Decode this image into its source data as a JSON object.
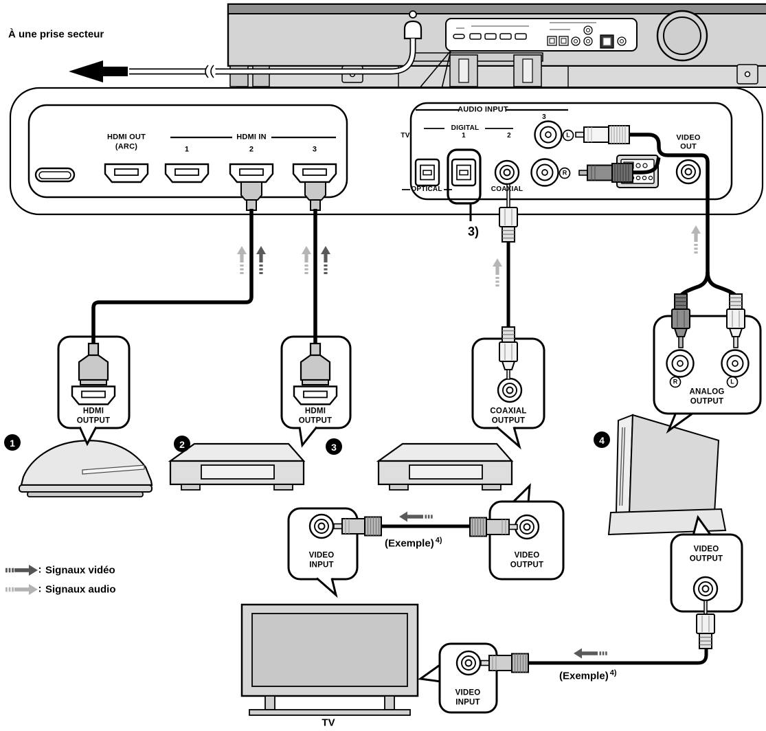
{
  "annotations": {
    "power": "À une prise secteur",
    "note_3": "3)",
    "example_label": "(Exemple)",
    "example_sup": "4)",
    "legend": {
      "video": "Signaux vidéo",
      "audio": "Signaux audio",
      "colon": ":"
    }
  },
  "rear_panel": {
    "hdmi_out": {
      "line1": "HDMI OUT",
      "line2": "(ARC)"
    },
    "hdmi_in": {
      "label": "HDMI IN",
      "ports": [
        "1",
        "2",
        "3"
      ]
    },
    "audio_input": {
      "label": "AUDIO INPUT",
      "digital": {
        "label": "DIGITAL",
        "tv": "TV",
        "opt1": "1",
        "coax2": "2"
      },
      "analog_3": "3",
      "optical": "OPTICAL",
      "coaxial": "COAXIAL",
      "jack_left": "L",
      "jack_right": "R"
    },
    "video_out": {
      "line1": "VIDEO",
      "line2": "OUT"
    }
  },
  "callouts": {
    "hdmi_output_1": {
      "line1": "HDMI",
      "line2": "OUTPUT"
    },
    "hdmi_output_2": {
      "line1": "HDMI",
      "line2": "OUTPUT"
    },
    "coaxial_output": {
      "line1": "COAXIAL",
      "line2": "OUTPUT"
    },
    "analog_output": {
      "line1": "ANALOG",
      "line2": "OUTPUT",
      "jack_right": "R",
      "jack_left": "L"
    },
    "video_input_mid": {
      "line1": "VIDEO",
      "line2": "INPUT"
    },
    "video_output_mid": {
      "line1": "VIDEO",
      "line2": "OUTPUT"
    },
    "video_output_wii": {
      "line1": "VIDEO",
      "line2": "OUTPUT"
    },
    "video_input_tv": {
      "line1": "VIDEO",
      "line2": "INPUT"
    }
  },
  "devices": {
    "badge_1": "1",
    "badge_2": "2",
    "badge_3": "3",
    "badge_4": "4",
    "tv": "TV"
  }
}
